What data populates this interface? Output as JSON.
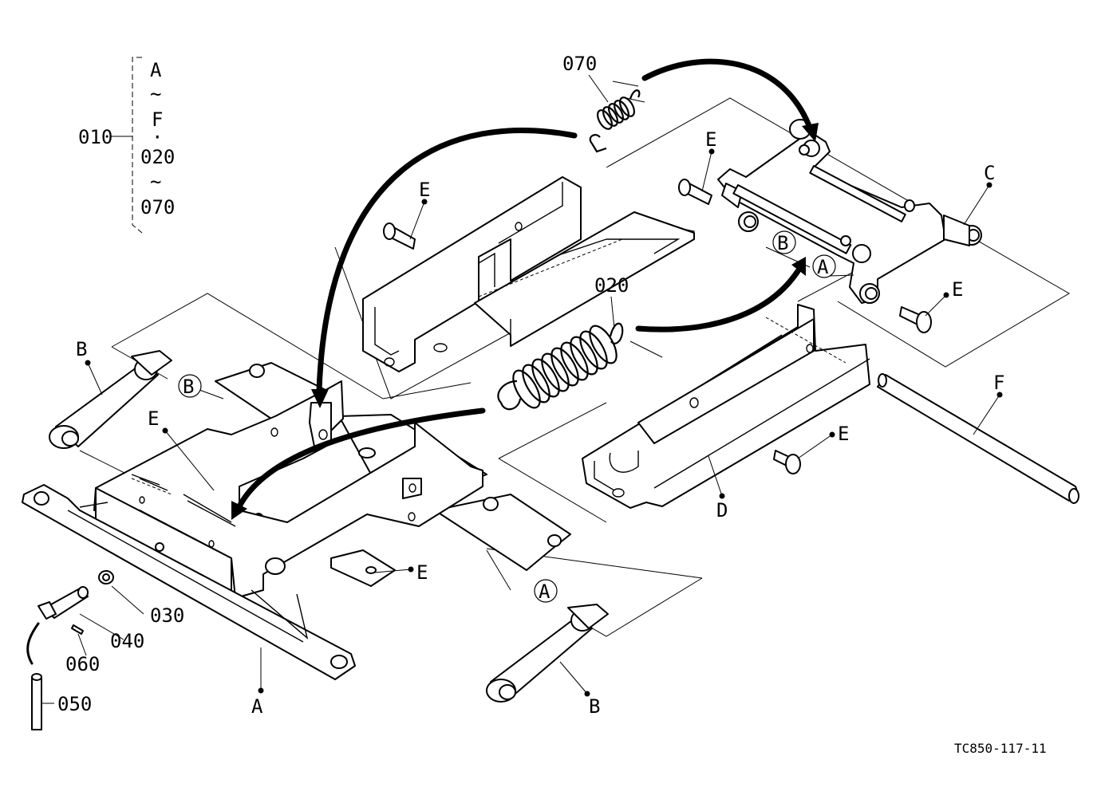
{
  "diagram": {
    "drawing_code": "TC850-117-11",
    "assembly": {
      "number": "010",
      "range_lines": [
        "A",
        "~",
        "F",
        "·",
        "020",
        "~",
        "070"
      ]
    },
    "part_numbers": {
      "p020": "020",
      "p030": "030",
      "p040": "040",
      "p050": "050",
      "p060": "060",
      "p070": "070"
    },
    "letters": {
      "A": "A",
      "B": "B",
      "C": "C",
      "D": "D",
      "E": "E",
      "F": "F"
    }
  }
}
